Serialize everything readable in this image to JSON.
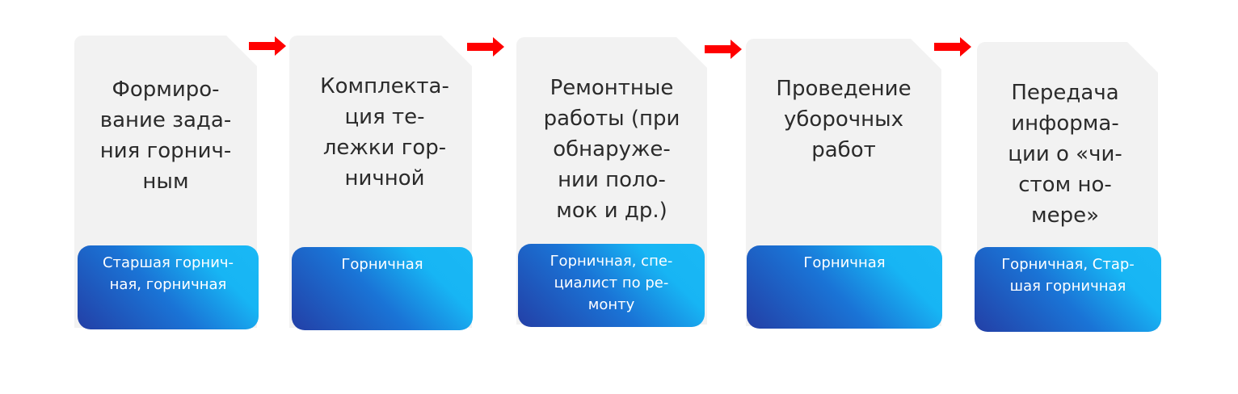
{
  "steps": [
    {
      "title": "Формиро-\nвание зада-\nния горнич-\nным",
      "role": "Старшая горнич-\nная, горничная"
    },
    {
      "title": "Комплекта-\nция те-\nлежки гор-\nничной",
      "role": "Горничная"
    },
    {
      "title": "Ремонтные\nработы (при\nобнаруже-\nнии поло-\nмок и др.)",
      "role": "Горничная, спе-\nциалист по ре-\nмонту"
    },
    {
      "title": "Проведение\nуборочных\nработ",
      "role": "Горничная"
    },
    {
      "title": "Передача\nинформа-\nции о «чи-\nстом но-\nмере»",
      "role": "Горничная, Стар-\nшая горничная"
    }
  ],
  "colors": {
    "card_background": "#f2f2f2",
    "title_text": "#2b2b2b",
    "role_gradient_start": "#233fa6",
    "role_gradient_end": "#1ab8f5",
    "arrow": "#ff0000"
  },
  "icons": {
    "connector": "right-arrow-icon"
  }
}
